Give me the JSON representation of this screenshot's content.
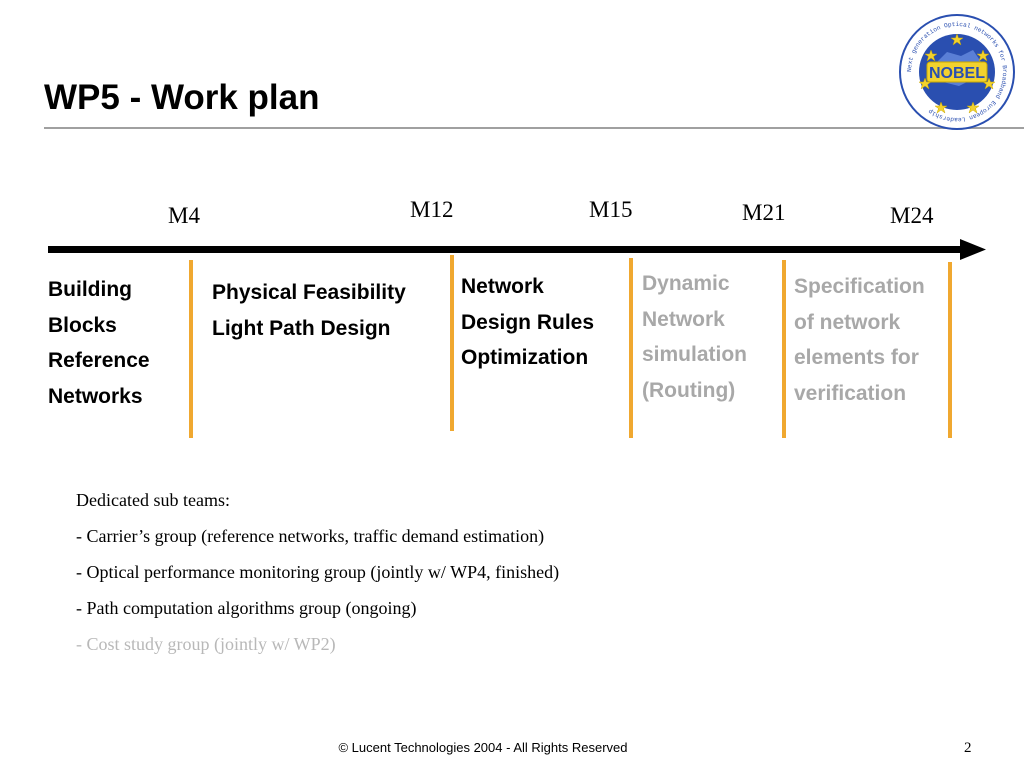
{
  "slide": {
    "title": "WP5 - Work plan",
    "footer": "© Lucent Technologies 2004 - All Rights Reserved",
    "page_number": "2"
  },
  "logo": {
    "center_text": "NOBEL",
    "ring_text": "Next generation Optical networks for Broadband European Leadership"
  },
  "milestones": [
    "M4",
    "M12",
    "M15",
    "M21",
    "M24"
  ],
  "work_items": [
    {
      "lines": [
        "Building",
        "Blocks",
        "Reference",
        "Networks"
      ],
      "status": "active"
    },
    {
      "lines": [
        "Physical Feasibility",
        "Light Path Design"
      ],
      "status": "active"
    },
    {
      "lines": [
        "Network",
        "Design Rules",
        "Optimization"
      ],
      "status": "active"
    },
    {
      "lines": [
        "Dynamic",
        "Network",
        "simulation",
        "(Routing)"
      ],
      "status": "future"
    },
    {
      "lines": [
        "Specification",
        "of network",
        "elements for",
        "verification"
      ],
      "status": "future"
    }
  ],
  "sub_teams": {
    "heading": "Dedicated sub teams:",
    "items": [
      "- Carrier’s group (reference networks, traffic demand estimation)",
      "- Optical performance monitoring group (jointly w/ WP4, finished)",
      "- Path computation algorithms group (ongoing)",
      "- Cost study group (jointly w/ WP2)"
    ]
  },
  "colors": {
    "accent_orange": "#f0a830",
    "future_grey": "#a8a8a8",
    "logo_blue": "#2a4fb0",
    "logo_yellow": "#f2d22e"
  }
}
